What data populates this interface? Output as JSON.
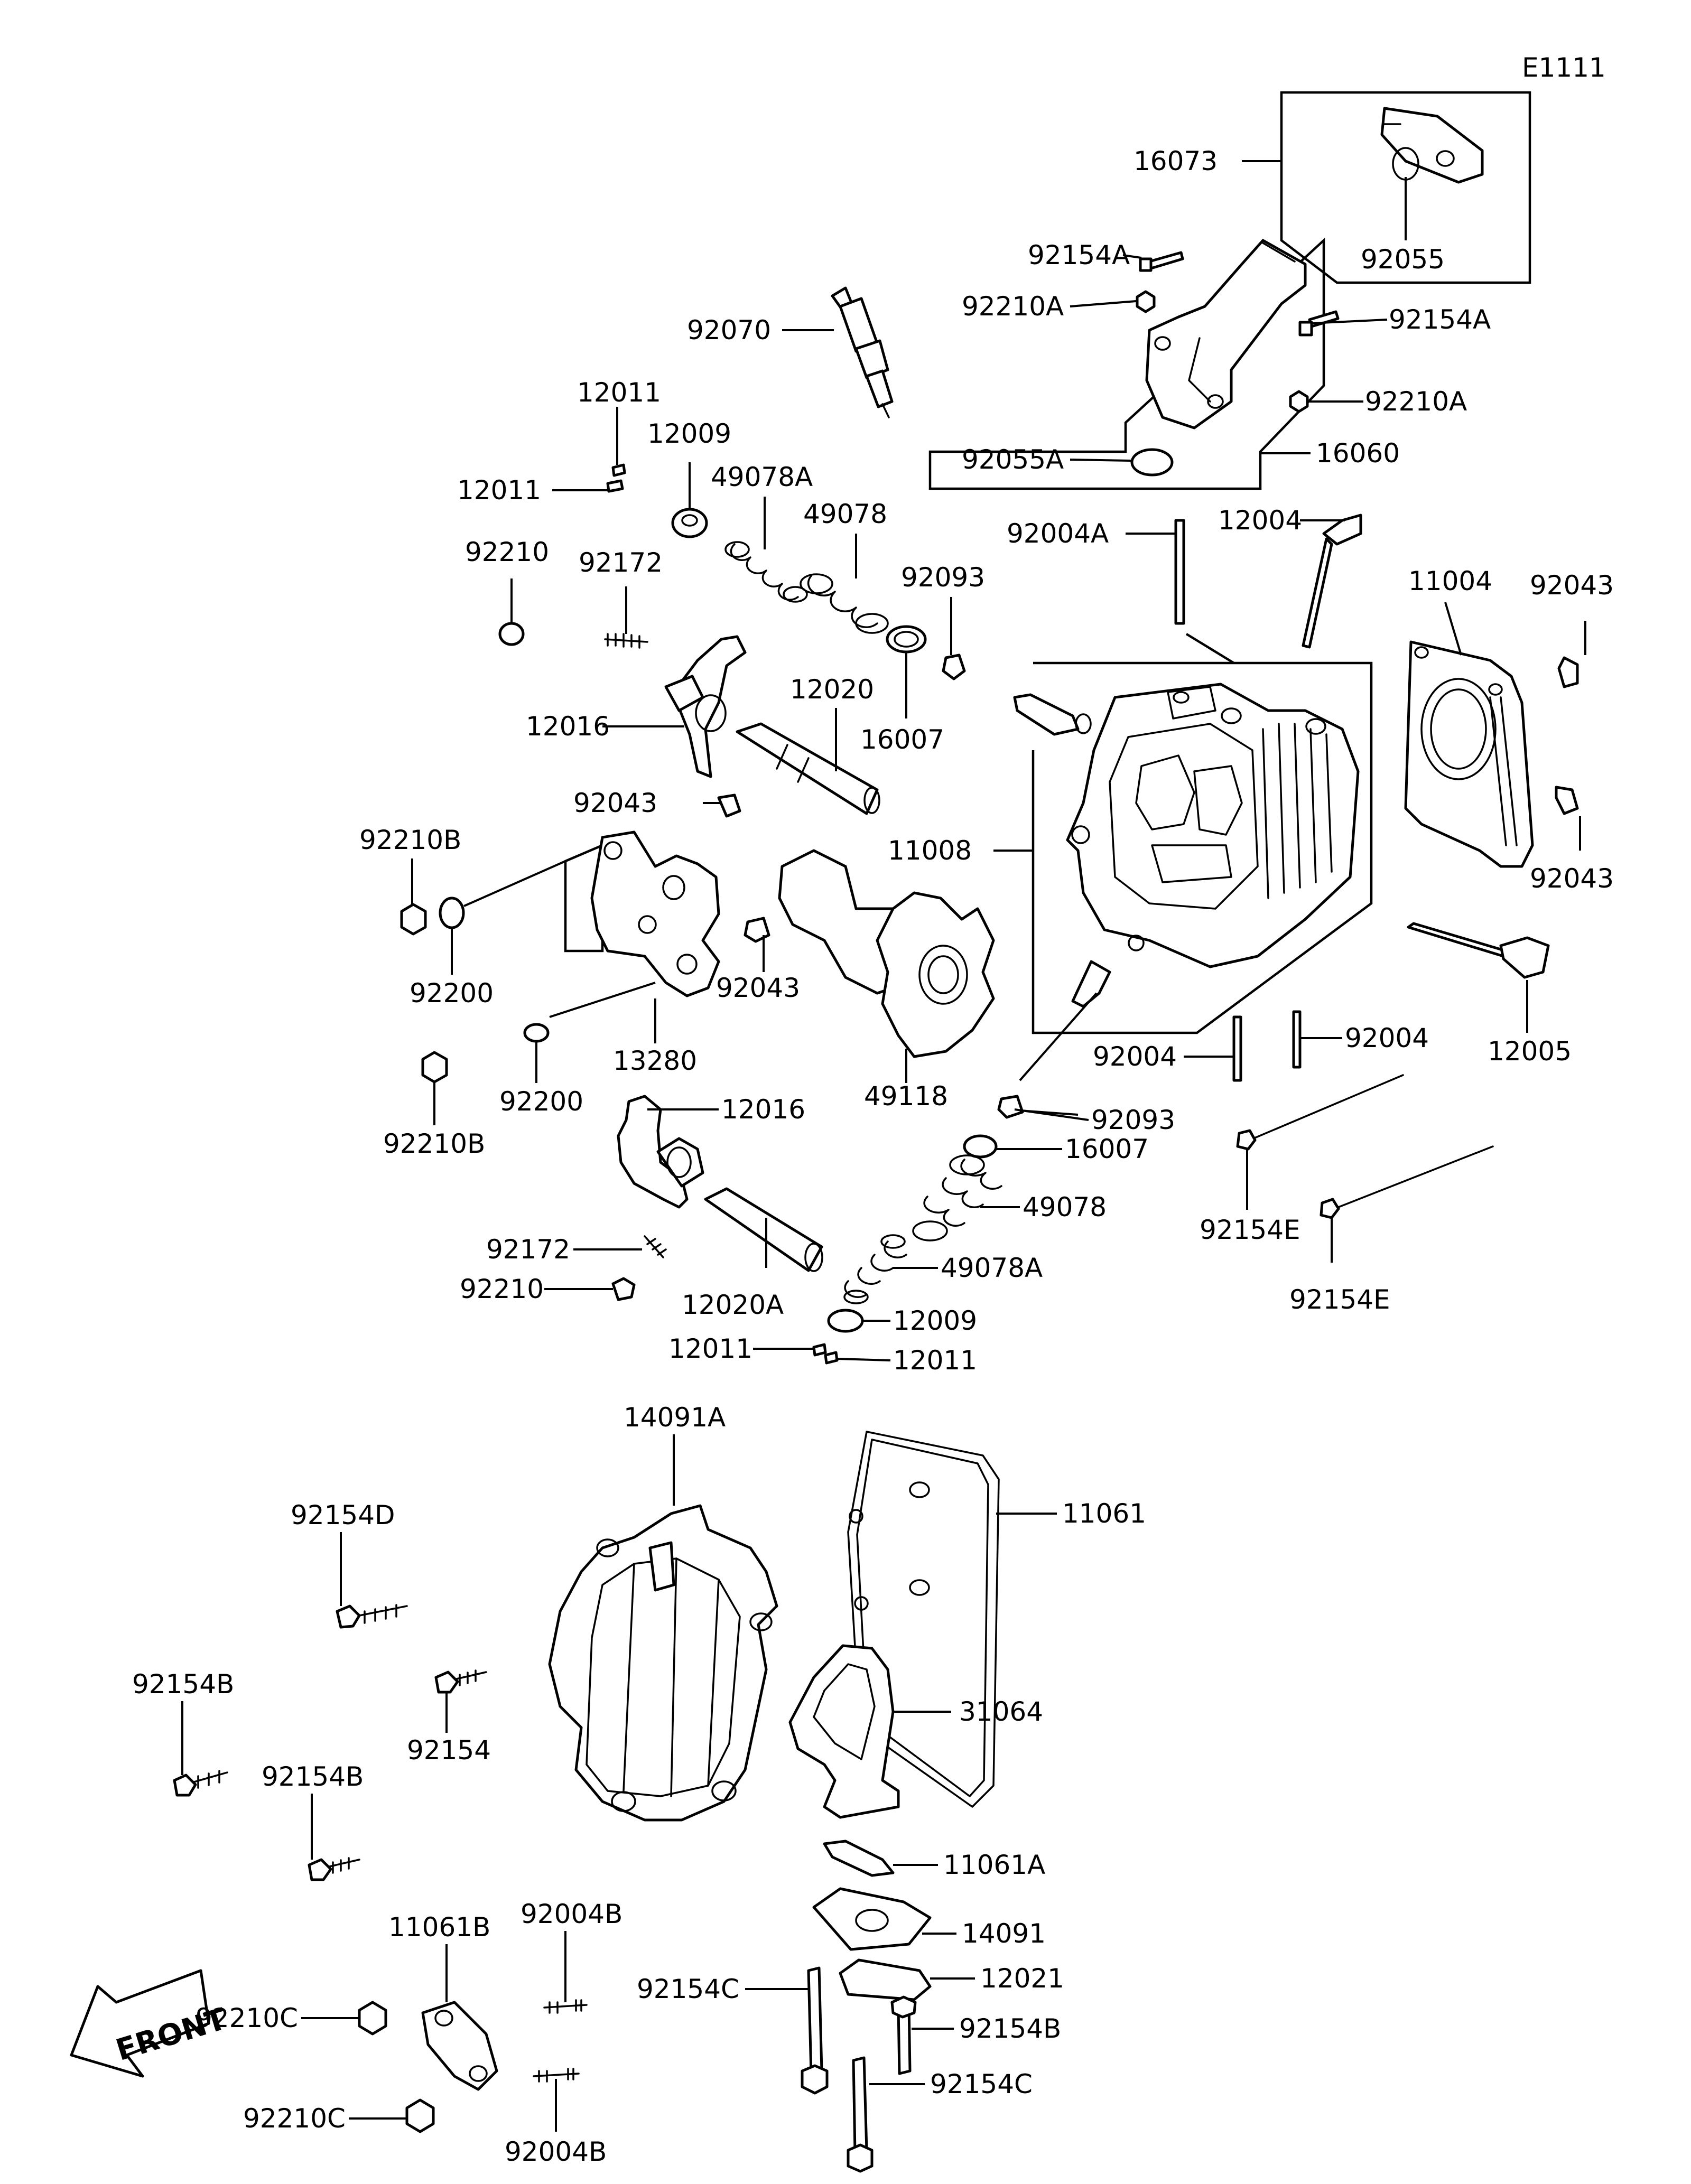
{
  "diagram_id": "E1111",
  "front_label": "FRONT",
  "labels": {
    "l16073": "16073",
    "l92055": "92055",
    "l92154A_1": "92154A",
    "l92210A_1": "92210A",
    "l92070": "92070",
    "l92154A_2": "92154A",
    "l92210A_2": "92210A",
    "l92055A": "92055A",
    "l16060": "16060",
    "l12011_1": "12011",
    "l12009_1": "12009",
    "l12011_2": "12011",
    "l49078A_1": "49078A",
    "l49078_1": "49078",
    "l92004A": "92004A",
    "l12004": "12004",
    "l92210_1": "92210",
    "l92172_1": "92172",
    "l92093_1": "92093",
    "l11004": "11004",
    "l92043_1": "92043",
    "l12016_1": "12016",
    "l12020": "12020",
    "l16007_1": "16007",
    "l92043_2": "92043",
    "l92210B_1": "92210B",
    "l11008": "11008",
    "l92043_3": "92043",
    "l92200_1": "92200",
    "l92043_4": "92043",
    "l12005": "12005",
    "l13280": "13280",
    "l92004_1": "92004",
    "l92004_2": "92004",
    "l92200_2": "92200",
    "l49118": "49118",
    "l92093_2": "92093",
    "l92210B_2": "92210B",
    "l12016_2": "12016",
    "l16007_2": "16007",
    "l49078_2": "49078",
    "l92154E_1": "92154E",
    "l92172_2": "92172",
    "l49078A_2": "49078A",
    "l92210_2": "92210",
    "l12020A": "12020A",
    "l92154E_2": "92154E",
    "l12009_2": "12009",
    "l12011_3": "12011",
    "l12011_4": "12011",
    "l14091A": "14091A",
    "l11061": "11061",
    "l92154D": "92154D",
    "l92154B_1": "92154B",
    "l92154": "92154",
    "l31064": "31064",
    "l92154B_2": "92154B",
    "l11061A": "11061A",
    "l11061B": "11061B",
    "l92004B_1": "92004B",
    "l14091": "14091",
    "l12021": "12021",
    "l92154C_1": "92154C",
    "l92154B_3": "92154B",
    "l92210C_1": "92210C",
    "l92154C_2": "92154C",
    "l92210C_2": "92210C",
    "l92004B_2": "92004B"
  }
}
